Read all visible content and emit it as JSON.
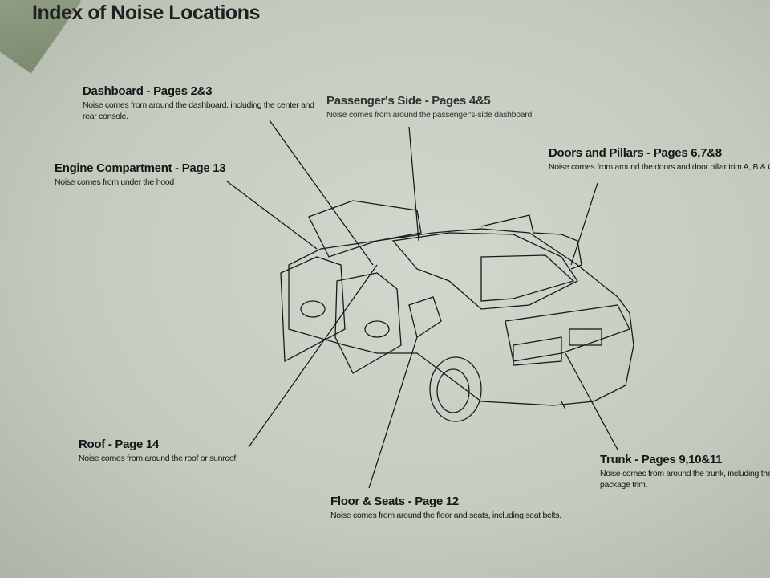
{
  "page": {
    "title": "Index of Noise Locations",
    "locations": [
      {
        "heading": "Dashboard - Pages 2&3",
        "text": "Noise comes from around the dashboard, including the center and rear console."
      },
      {
        "heading": "Passenger's Side - Pages 4&5",
        "text": "Noise comes from around the passenger's-side dashboard."
      },
      {
        "heading": "Engine Compartment - Page 13",
        "text": "Noise comes from under the hood"
      },
      {
        "heading": "Doors and Pillars - Pages 6,7&8",
        "text": "Noise comes from around the doors and door pillar trim A, B & C."
      },
      {
        "heading": "Roof - Page 14",
        "text": "Noise comes from around the roof or sunroof"
      },
      {
        "heading": "Floor & Seats - Page 12",
        "text": "Noise comes from around the floor and seats, including seat belts."
      },
      {
        "heading": "Trunk - Pages 9,10&11",
        "text": "Noise comes from around the trunk, including the rear package trim."
      }
    ]
  }
}
